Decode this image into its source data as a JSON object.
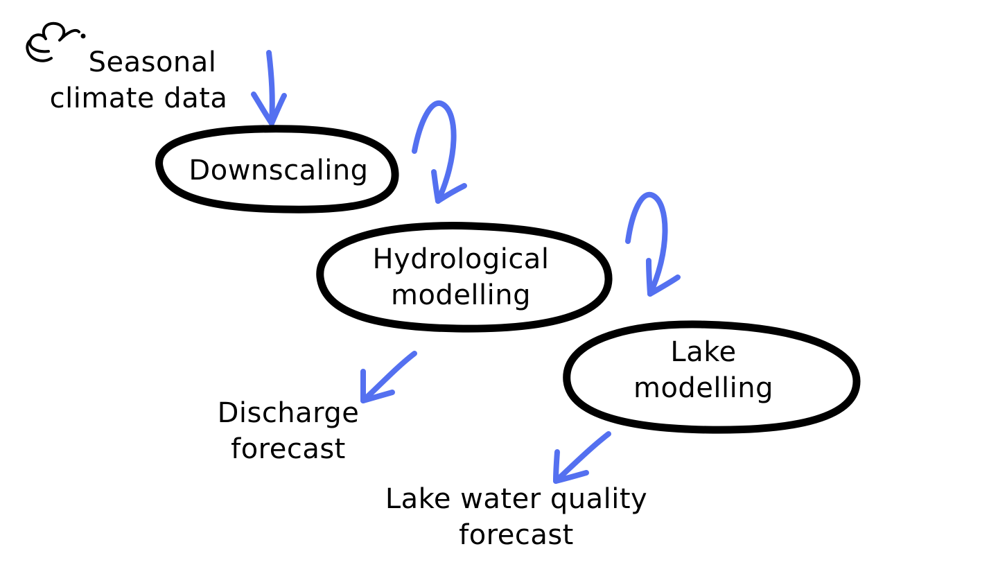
{
  "colors": {
    "outline": "#000000",
    "arrow": "#5470f0",
    "background": "#ffffff"
  },
  "icons": {
    "curl": "curl-icon"
  },
  "input": {
    "line1": "Seasonal",
    "line2": "climate data"
  },
  "nodes": {
    "downscaling": {
      "label": "Downscaling"
    },
    "hydrological": {
      "line1": "Hydrological",
      "line2": "modelling"
    },
    "lake": {
      "line1": "Lake",
      "line2": "modelling"
    }
  },
  "outputs": {
    "discharge": {
      "line1": "Discharge",
      "line2": "forecast"
    },
    "lake_quality": {
      "line1": "Lake water quality",
      "line2": "forecast"
    }
  }
}
